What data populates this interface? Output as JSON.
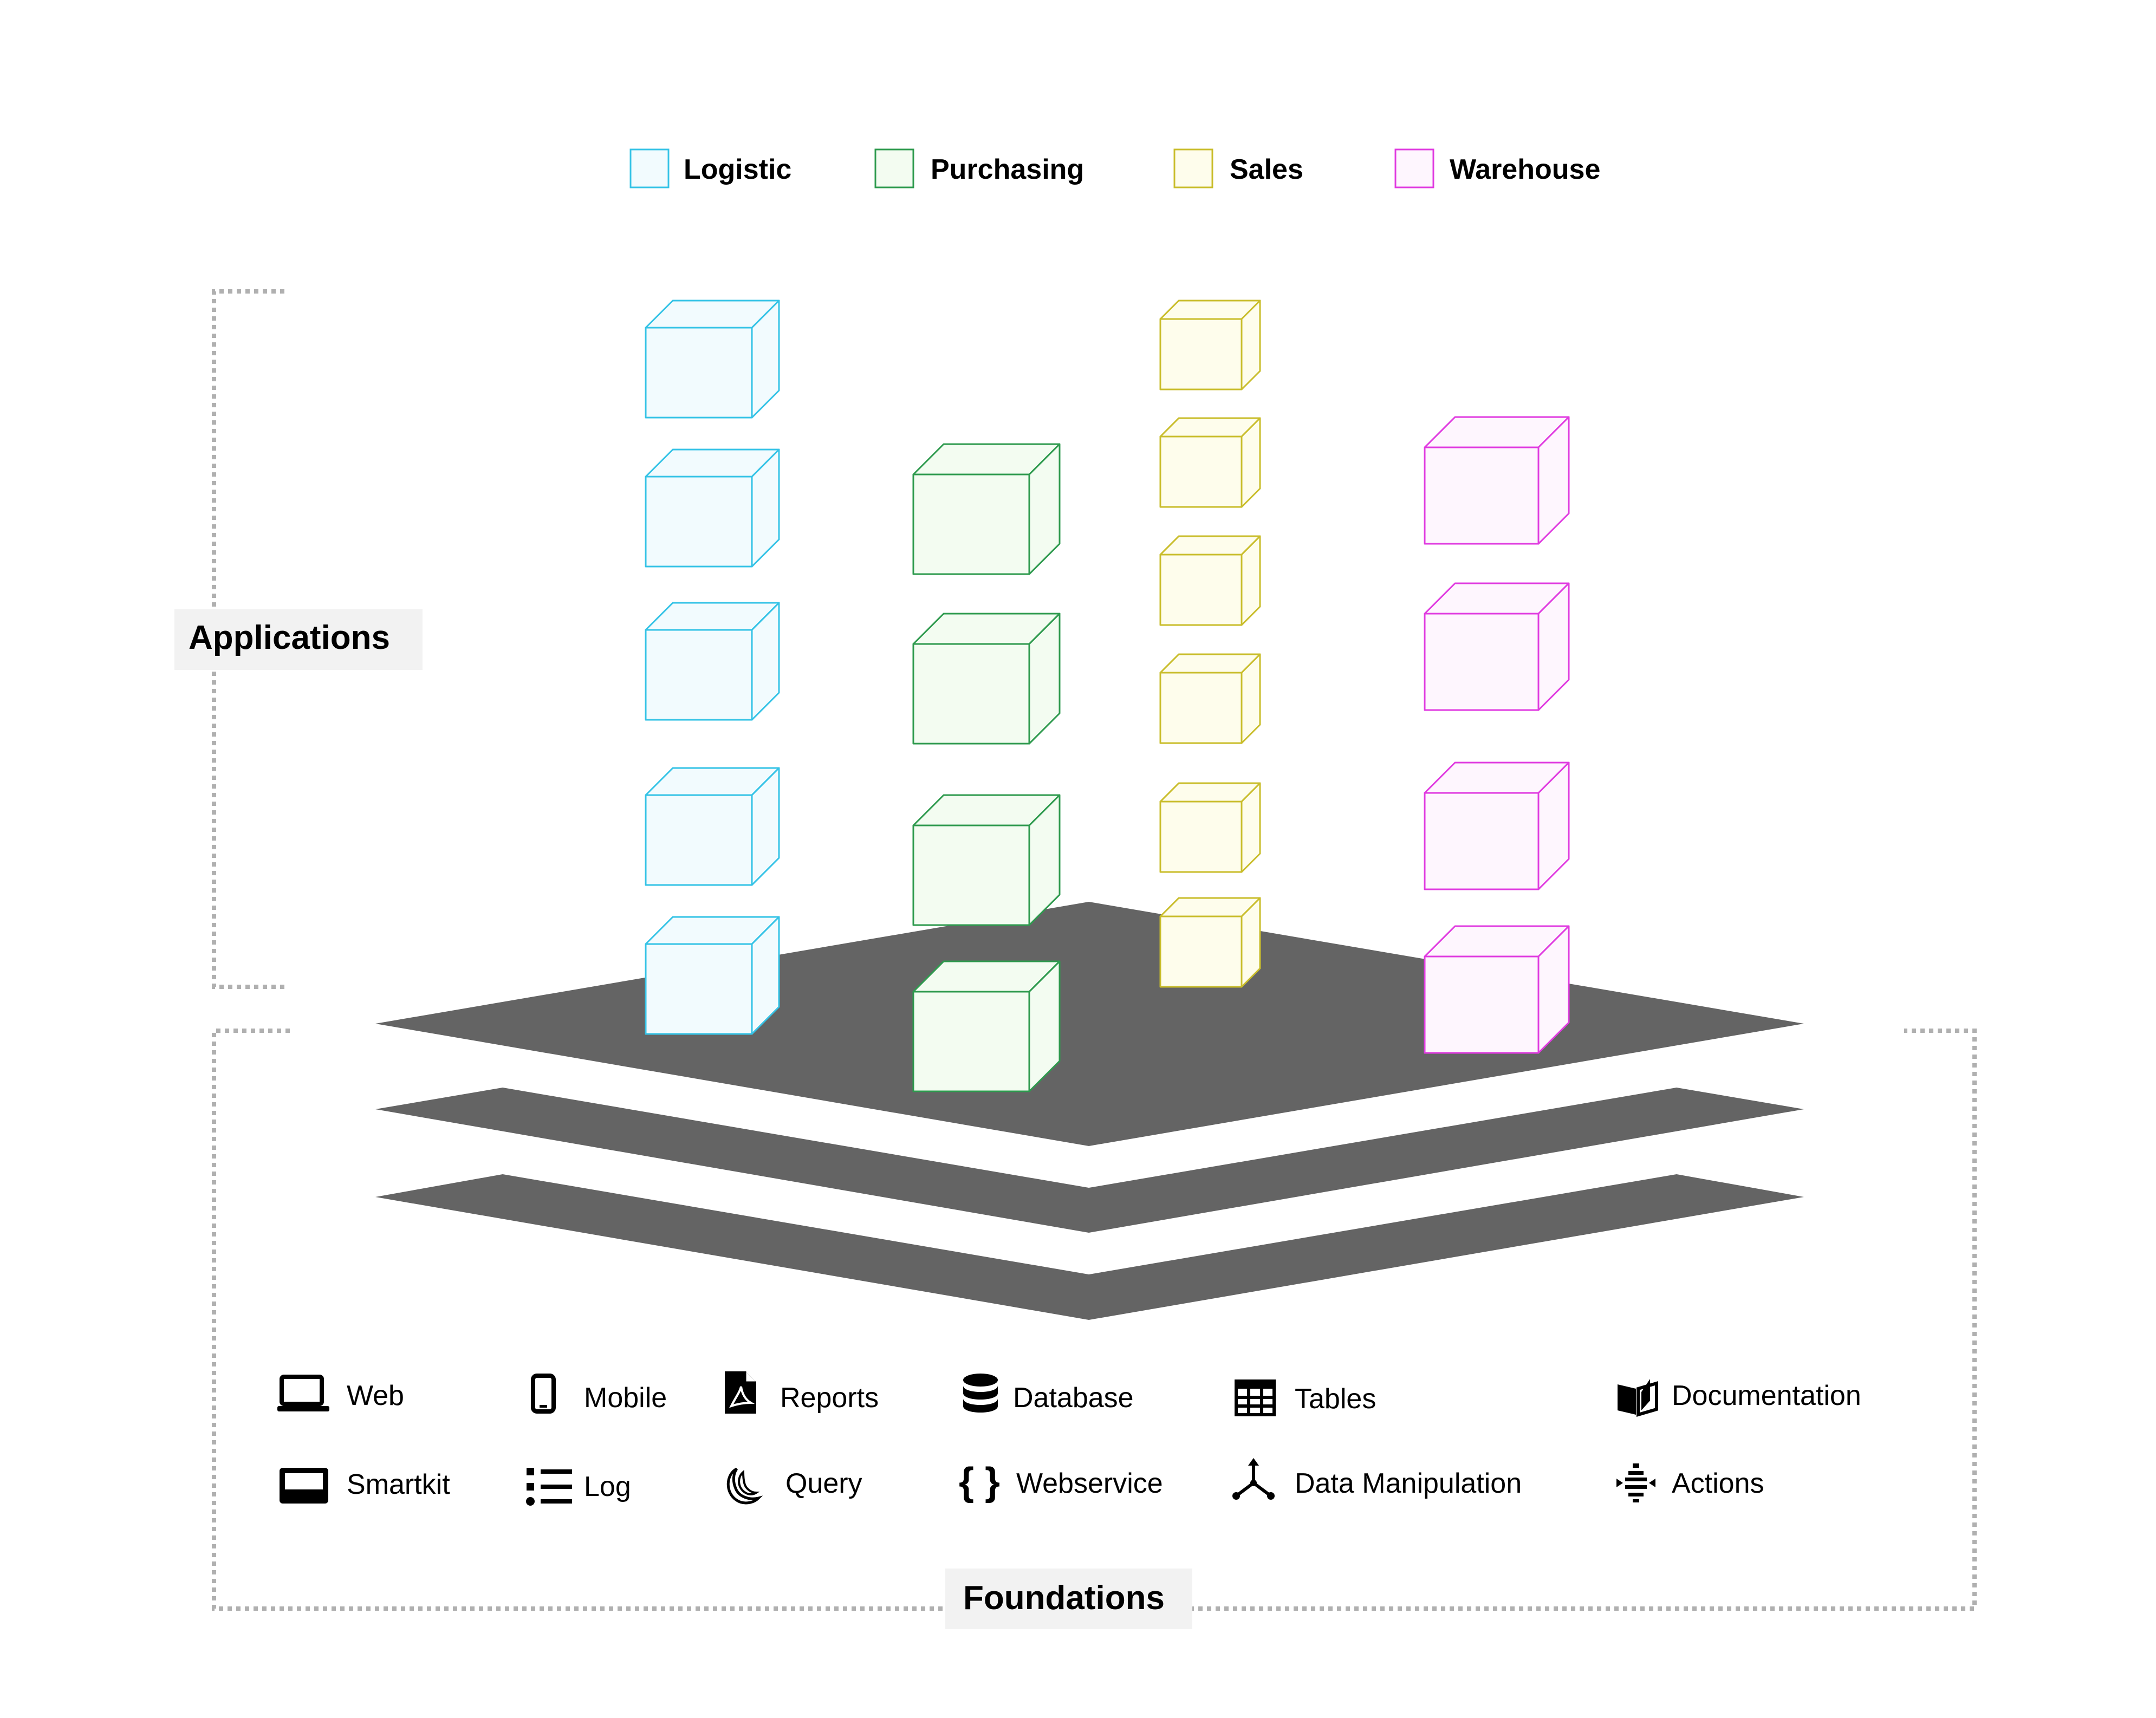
{
  "legend": [
    {
      "label": "Logistic",
      "stroke": "#35c3e6",
      "fill": "#f2fbfe"
    },
    {
      "label": "Purchasing",
      "stroke": "#2e9a4e",
      "fill": "#f3fcf1"
    },
    {
      "label": "Sales",
      "stroke": "#c9bd2b",
      "fill": "#fefdec"
    },
    {
      "label": "Warehouse",
      "stroke": "#e03be0",
      "fill": "#fef6fe"
    }
  ],
  "applications_label": "Applications",
  "foundations_label": "Foundations",
  "colors": {
    "platform": "#646464",
    "dotted_border": "#b0b0b0",
    "label_bg": "#f2f2f2"
  },
  "foundation_items": [
    {
      "label": "Web",
      "icon": "laptop-icon"
    },
    {
      "label": "Mobile",
      "icon": "mobile-phone-icon"
    },
    {
      "label": "Reports",
      "icon": "pdf-file-icon"
    },
    {
      "label": "Database",
      "icon": "database-icon"
    },
    {
      "label": "Tables",
      "icon": "table-grid-icon"
    },
    {
      "label": "Documentation",
      "icon": "open-book-icon"
    },
    {
      "label": "Smartkit",
      "icon": "smartkit-screen-icon"
    },
    {
      "label": "Log",
      "icon": "list-icon"
    },
    {
      "label": "Query",
      "icon": "query-moon-icon"
    },
    {
      "label": "Webservice",
      "icon": "curly-braces-icon"
    },
    {
      "label": "Data Manipulation",
      "icon": "axes-3d-icon"
    },
    {
      "label": "Actions",
      "icon": "actions-icon"
    }
  ]
}
